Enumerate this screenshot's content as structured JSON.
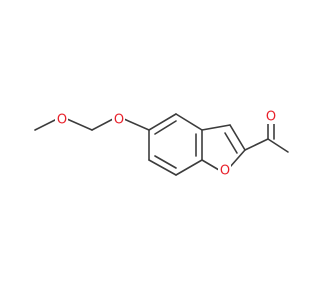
{
  "molecule": {
    "atom_label_color": "#e8202a",
    "bond_color": "#3c3c3c",
    "atoms": [
      {
        "id": "o_methyl",
        "label": "O"
      },
      {
        "id": "o_ether",
        "label": "O"
      },
      {
        "id": "o_furan",
        "label": "O"
      },
      {
        "id": "o_carbonyl",
        "label": "O"
      }
    ]
  }
}
